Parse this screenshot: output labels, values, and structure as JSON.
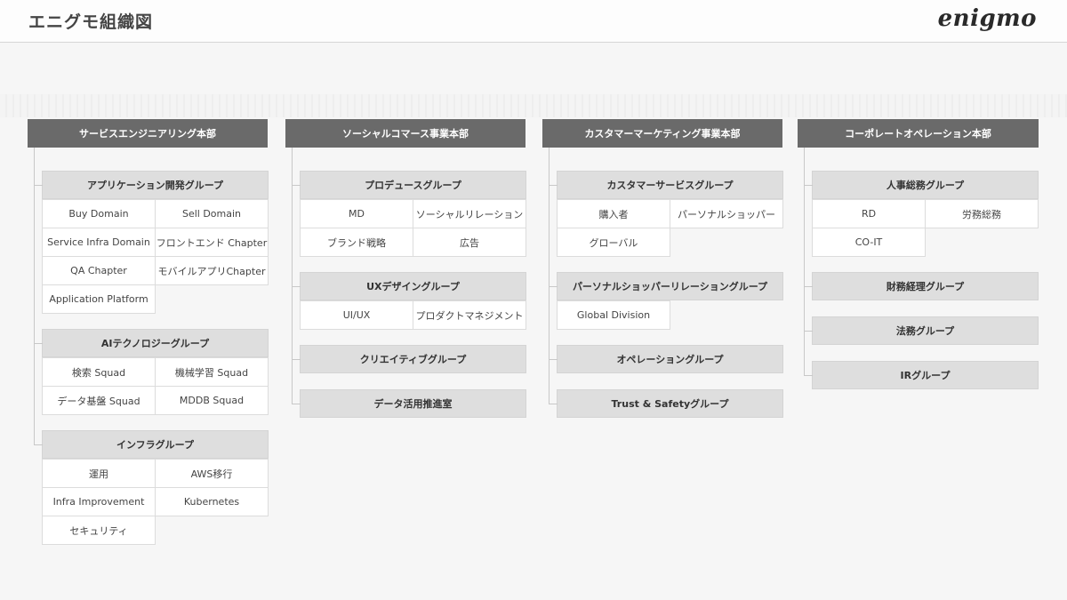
{
  "header": {
    "title": "エニグモ組織図",
    "logo": "enigmo"
  },
  "divisions": [
    {
      "name": "サービスエンジニアリング本部",
      "groups": [
        {
          "title": "アプリケーション開発グループ",
          "items": [
            "Buy Domain",
            "Sell Domain",
            "Service Infra Domain",
            "フロントエンド Chapter",
            "QA Chapter",
            "モバイルアプリChapter",
            "Application Platform"
          ]
        },
        {
          "title": "AIテクノロジーグループ",
          "items": [
            "検索 Squad",
            "機械学習 Squad",
            "データ基盤 Squad",
            "MDDB Squad"
          ]
        },
        {
          "title": "インフラグループ",
          "items": [
            "運用",
            "AWS移行",
            "Infra Improvement",
            "Kubernetes",
            "セキュリティ"
          ]
        }
      ]
    },
    {
      "name": "ソーシャルコマース事業本部",
      "groups": [
        {
          "title": "プロデュースグループ",
          "items": [
            "MD",
            "ソーシャルリレーション",
            "ブランド戦略",
            "広告"
          ]
        },
        {
          "title": "UXデザイングループ",
          "items": [
            "UI/UX",
            "プロダクトマネジメント"
          ]
        },
        {
          "title": "クリエイティブグループ",
          "items": []
        },
        {
          "title": "データ活用推進室",
          "items": []
        }
      ]
    },
    {
      "name": "カスタマーマーケティング事業本部",
      "groups": [
        {
          "title": "カスタマーサービスグループ",
          "items": [
            "購入者",
            "パーソナルショッパー",
            "グローバル"
          ]
        },
        {
          "title": "パーソナルショッパーリレーショングループ",
          "items": [
            "Global Division"
          ]
        },
        {
          "title": "オペレーショングループ",
          "items": []
        },
        {
          "title": "Trust & Safetyグループ",
          "items": []
        }
      ]
    },
    {
      "name": "コーポレートオペレーション本部",
      "groups": [
        {
          "title": "人事総務グループ",
          "items": [
            "RD",
            "労務総務",
            "CO-IT"
          ]
        },
        {
          "title": "財務経理グループ",
          "items": []
        },
        {
          "title": "法務グループ",
          "items": []
        },
        {
          "title": "IRグループ",
          "items": []
        }
      ]
    }
  ]
}
